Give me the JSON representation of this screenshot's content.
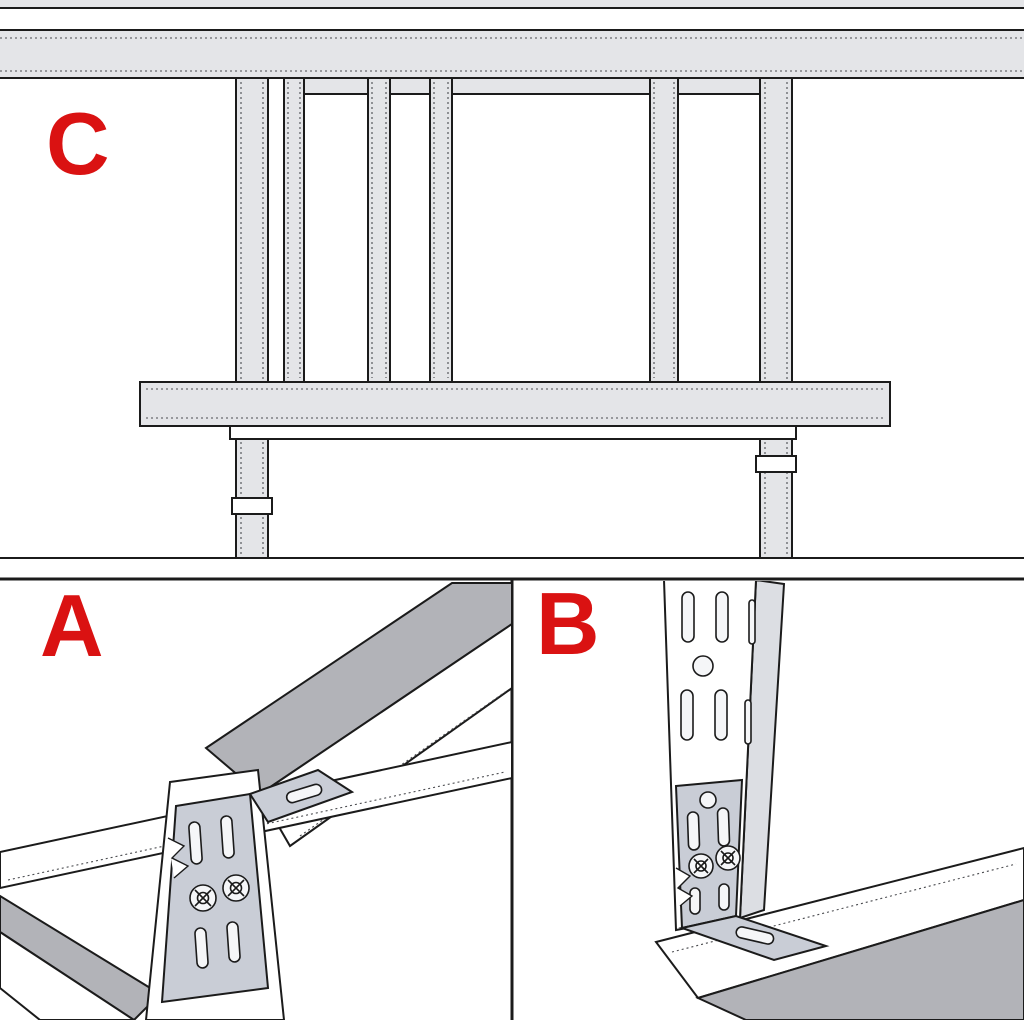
{
  "figure": {
    "panels": [
      {
        "id": "C",
        "label": "C",
        "position": "top"
      },
      {
        "id": "A",
        "label": "A",
        "position": "bottom-left"
      },
      {
        "id": "B",
        "label": "B",
        "position": "bottom-right"
      }
    ]
  },
  "theme": {
    "label_color": "#da1212",
    "line_color": "#1b1b1b",
    "wood_fill": "#e4e5e8",
    "shade_fill": "#b2b3b8",
    "bracket_fill": "#c9cdd6",
    "side_fill": "#dcdee3",
    "slot_fill": "#f5f6f8",
    "background": "#ffffff"
  }
}
